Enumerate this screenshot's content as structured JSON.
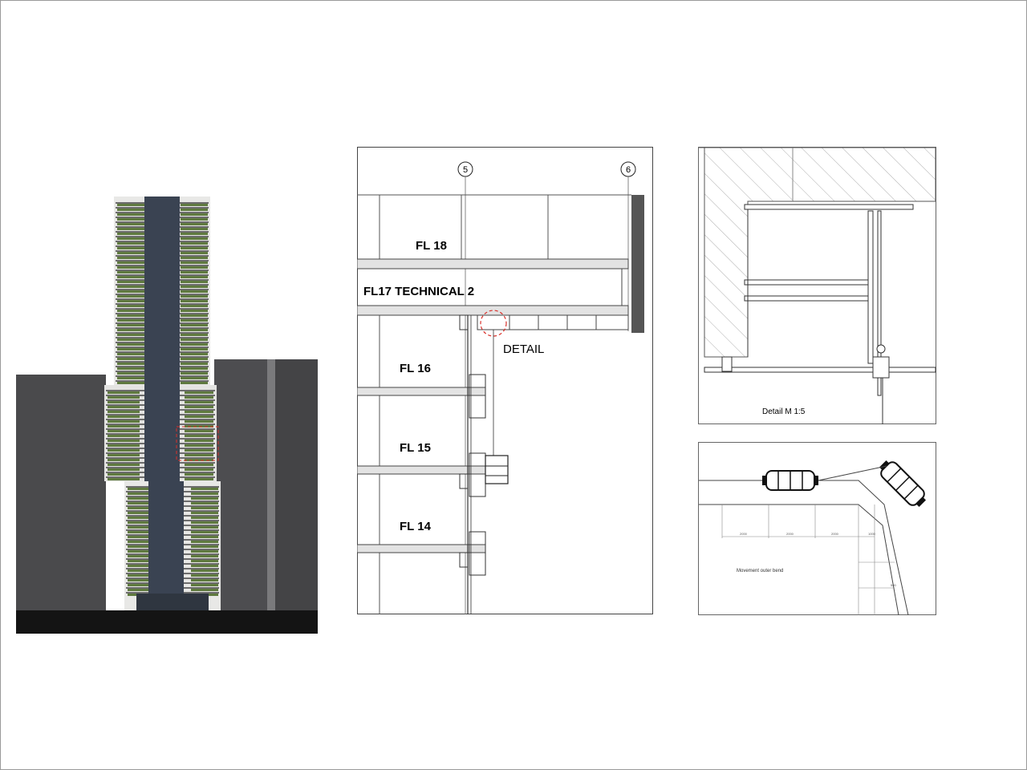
{
  "section": {
    "gridlines": [
      "5",
      "6"
    ],
    "floors": [
      {
        "id": "fl18",
        "label": "FL 18"
      },
      {
        "id": "fl17",
        "label": "FL17 TECHNICAL 2"
      },
      {
        "id": "fl16",
        "label": "FL 16"
      },
      {
        "id": "fl15",
        "label": "FL 15"
      },
      {
        "id": "fl14",
        "label": "FL 14"
      }
    ],
    "detail_callout": "DETAIL"
  },
  "detail_top": {
    "caption": "Detail M 1:5"
  },
  "detail_bottom": {
    "caption": "Movement outer bend",
    "dimensions": [
      "2000",
      "2000",
      "2000",
      "1000",
      "500"
    ]
  },
  "colors": {
    "neighbor_building": "#4a4a4c",
    "ground": "#141414",
    "greenery": "#5f7a3f",
    "glass": "#3a4352",
    "callout_red": "#d9302a",
    "line": "#333333"
  }
}
